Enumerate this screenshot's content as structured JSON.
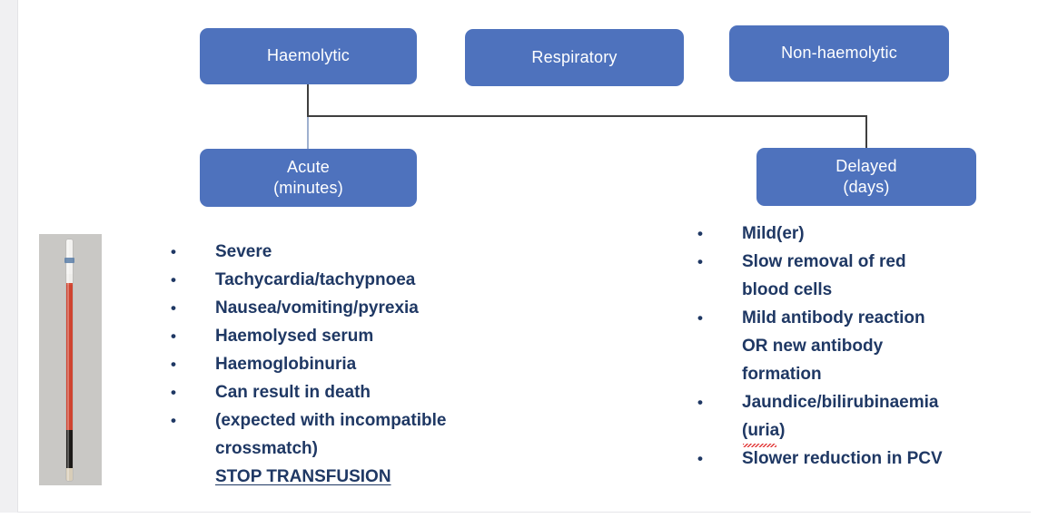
{
  "slide": {
    "title_chain_top": [
      "Haemolytic",
      "Respiratory",
      "Non-haemolytic"
    ],
    "colors": {
      "node_fill": "#4E72BD",
      "node_text": "#FFFFFF",
      "bullet_text": "#1F3864",
      "connector": "#3F3F3F",
      "connector_light": "#9FB0CF",
      "page_gutter": "#F0F0F2",
      "spellcheck_underline": "#E03131"
    }
  },
  "flowchart": {
    "nodes": {
      "haemolytic": {
        "label": "Haemolytic"
      },
      "respiratory": {
        "label": "Respiratory"
      },
      "nonhaemolytic": {
        "label": "Non-haemolytic"
      },
      "acute": {
        "line1": "Acute",
        "line2": "(minutes)"
      },
      "delayed": {
        "line1": "Delayed",
        "line2": "(days)"
      }
    }
  },
  "acute_list": {
    "bullet_glyph": "•",
    "items": [
      {
        "marker": true,
        "text": "Severe"
      },
      {
        "marker": true,
        "text": "Tachycardia/tachypnoea"
      },
      {
        "marker": true,
        "text": "Nausea/vomiting/pyrexia"
      },
      {
        "marker": true,
        "text": "Haemolysed serum"
      },
      {
        "marker": true,
        "text": "Haemoglobinuria"
      },
      {
        "marker": true,
        "text": "Can result in death"
      },
      {
        "marker": true,
        "text": "(expected with incompatible"
      },
      {
        "marker": false,
        "text": "crossmatch)"
      },
      {
        "marker": false,
        "text": "STOP TRANSFUSION",
        "underline": true
      }
    ]
  },
  "delayed_list": {
    "bullet_glyph": "•",
    "items": [
      {
        "marker": true,
        "text": "Mild(er)"
      },
      {
        "marker": true,
        "text": "Slow removal of red"
      },
      {
        "marker": false,
        "text": "blood cells"
      },
      {
        "marker": true,
        "text": "Mild antibody reaction"
      },
      {
        "marker": false,
        "text": "OR new antibody"
      },
      {
        "marker": false,
        "text": "formation"
      },
      {
        "marker": true,
        "text": "Jaundice/bilirubinaemia"
      },
      {
        "marker": false,
        "text": "(uria)",
        "spellcheck": true
      },
      {
        "marker": true,
        "text": "Slower reduction in PCV"
      }
    ]
  },
  "photo": {
    "caption": "",
    "alt": "haematocrit capillary tube showing packed cell volume"
  }
}
